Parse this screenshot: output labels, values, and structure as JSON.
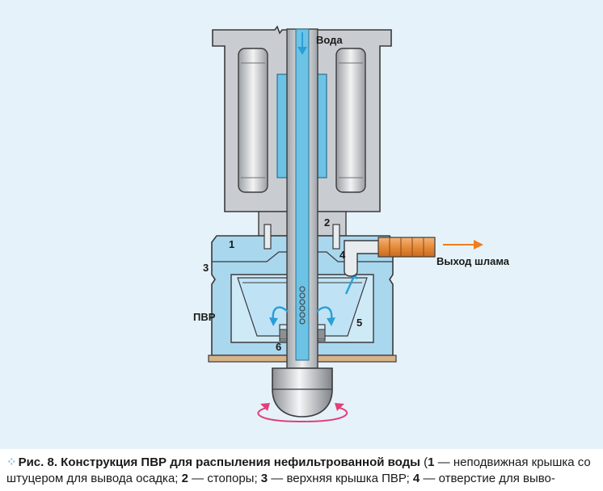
{
  "diagram": {
    "labels": {
      "water": "Вода",
      "sludge_outlet": "Выход шлама",
      "pvr": "ПВР",
      "n1": "1",
      "n2": "2",
      "n3": "3",
      "n4": "4",
      "n5": "5",
      "n6": "6"
    },
    "colors": {
      "housing_grey": "#c9cdd2",
      "body_blue": "#a9d7ee",
      "inner_blue": "#cfeaf7",
      "tube_blue": "#6cc3e6",
      "flow_arrow": "#2a9fd6",
      "rotation_arrow": "#e0407a",
      "outlet_arrow": "#f07d1f",
      "fitting_orange": "#e58b3a",
      "base_plate": "#d8b48a",
      "background": "#e6f2f9"
    }
  },
  "caption": {
    "fig": "Рис. 8.",
    "title": "Конструкция ПВР для распыления нефильтрованной воды",
    "open": " (",
    "i1": "1",
    "t1": " — неподвижная крышка со штуцером для вывода осадка; ",
    "i2": "2",
    "t2": " — стопоры; ",
    "i3": "3",
    "t3": " — верхняя крышка ПВР; ",
    "i4": "4",
    "t4": " — отверстие для выво-"
  }
}
